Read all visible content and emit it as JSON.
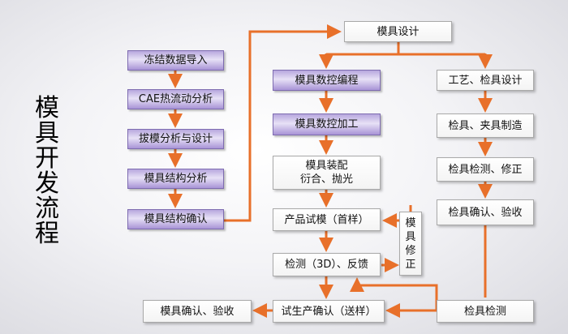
{
  "title": "模具开发流程",
  "left_column": [
    "冻结数据导入",
    "CAE热流动分析",
    "拔模分析与设计",
    "模具结构分析",
    "模具结构确认"
  ],
  "top_box": "模具设计",
  "middle_column": [
    "模具数控编程",
    "模具数控加工",
    "模具装配\n衍合、抛光",
    "产品试模（首样）",
    "检测（3D）、反馈"
  ],
  "right_column": [
    "工艺、检具设计",
    "检具、夹具制造",
    "检具检测、修正",
    "检具确认、验收"
  ],
  "mold_repair": "模具修正",
  "bottom_row": [
    "模具确认、验收",
    "试生产确认（送样）",
    "检具检测"
  ],
  "colors": {
    "arrow": "#e8702a",
    "purple": "#b7a7de",
    "border": "#a9a9a9"
  }
}
